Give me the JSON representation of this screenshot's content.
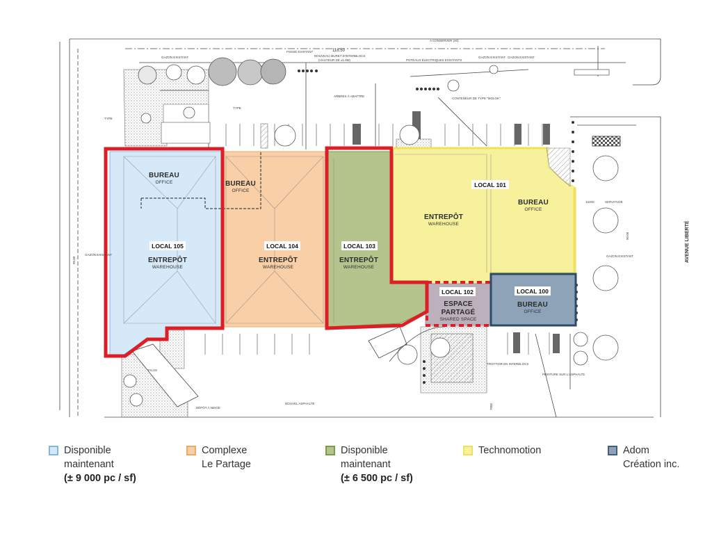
{
  "plan": {
    "units": [
      {
        "id": "105",
        "tag": "LOCAL 105",
        "main": "ENTREPÔT",
        "sub": "WAREHOUSE",
        "extra_main": "BUREAU",
        "extra_sub": "OFFICE"
      },
      {
        "id": "104",
        "tag": "LOCAL 104",
        "main": "ENTREPÔT",
        "sub": "WAREHOUSE",
        "extra_main": "BUREAU",
        "extra_sub": "OFFICE"
      },
      {
        "id": "103",
        "tag": "LOCAL 103",
        "main": "ENTREPÔT",
        "sub": "WAREHOUSE"
      },
      {
        "id": "101",
        "tag": "LOCAL 101",
        "main": "ENTREPÔT",
        "sub": "WAREHOUSE",
        "extra_main": "BUREAU",
        "extra_sub": "OFFICE"
      },
      {
        "id": "102",
        "tag": "LOCAL 102",
        "main": "ESPACE",
        "main2": "PARTAGÉ",
        "sub": "SHARED SPACE"
      },
      {
        "id": "100",
        "tag": "LOCAL 100",
        "main": "BUREAU",
        "sub": "OFFICE"
      }
    ],
    "street": "AVENUE LIBERTÉ",
    "notes": {
      "gazon_existant": "GAZON EXISTANT",
      "a_conserver": "A CONSERVER (40)",
      "muret": "NOUVEAU MURET D'INTERBLOCS",
      "hauteur": "(HAUTEUR DE ±1.8M)",
      "fosse": "FOSSÉ EXISTANT",
      "poteaux": "POTEAUX ÉLECTRIQUES EXISTANTS",
      "arbres": "ARBRES À ABATTRE",
      "conteneur": "CONTENEUR DE TYPE \"MOLOK\"",
      "servitude": "SERVITUDE",
      "trottoir": "TROTTOIR EN INTERBLOCS",
      "peinture": "PEINTURE SUR L'ASPHALTE",
      "nouvel_asphalte": "NOUVEL ASPHALTE",
      "depot": "DÉPÔT À NEIGE",
      "talus": "TALUS",
      "type": "TYPE",
      "dim_11850": "118.50",
      "dim_9000": "90.00",
      "dim_12200": "12200",
      "dim_7000": "7000"
    }
  },
  "legend": [
    {
      "line1": "Disponible",
      "line2": "maintenant",
      "line3": "(± 9 000 pc / sf)",
      "fill": "#d6e9f8",
      "border": "#7fb8e6"
    },
    {
      "line1": "Complexe",
      "line2": "Le Partage",
      "line3": "",
      "fill": "#f8cfa6",
      "border": "#eea764"
    },
    {
      "line1": "Disponible",
      "line2": "maintenant",
      "line3": "(± 6 500 pc / sf)",
      "fill": "#b4c48c",
      "border": "#7d9a4a"
    },
    {
      "line1": "Technomotion",
      "line2": "",
      "line3": "",
      "fill": "#f7f19c",
      "border": "#efe25a"
    },
    {
      "line1": "Adom",
      "line2": "Création inc.",
      "line3": "",
      "fill": "#8ea3b7",
      "border": "#3f5f7c"
    }
  ]
}
